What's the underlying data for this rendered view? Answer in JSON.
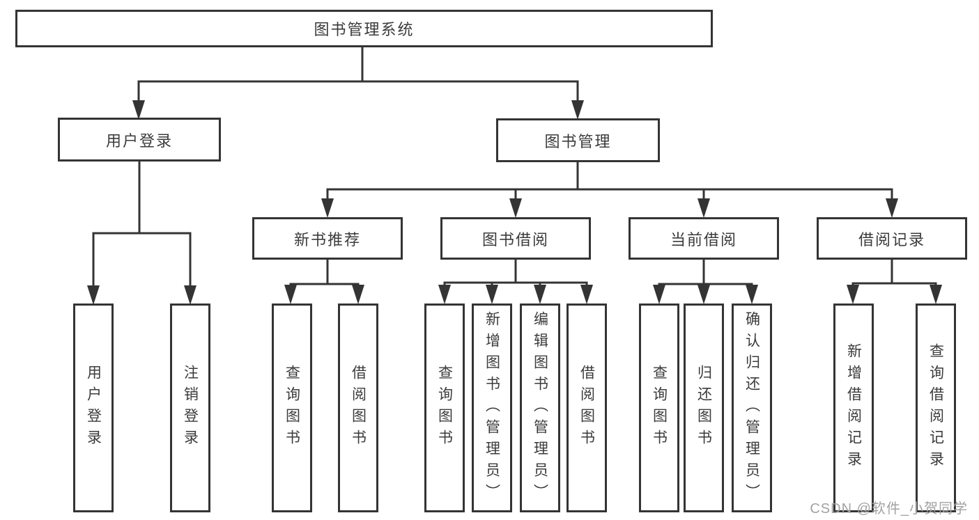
{
  "title": "图书管理系统",
  "colors": {
    "line": "#343434",
    "text": "#3b3b3b",
    "box_background": "#ffffff",
    "page_background": "#ffffff",
    "watermark": "#a2a2a2"
  },
  "diagram": {
    "root": {
      "label": "图书管理系统"
    },
    "level2": [
      {
        "label": "用户登录"
      },
      {
        "label": "图书管理"
      }
    ],
    "level3": [
      {
        "label": "新书推荐",
        "parent": "图书管理"
      },
      {
        "label": "图书借阅",
        "parent": "图书管理"
      },
      {
        "label": "当前借阅",
        "parent": "图书管理"
      },
      {
        "label": "借阅记录",
        "parent": "图书管理"
      }
    ],
    "leaves": [
      {
        "label": "用户登录",
        "parent": "用户登录"
      },
      {
        "label": "注销登录",
        "parent": "用户登录"
      },
      {
        "label": "查询图书",
        "parent": "新书推荐"
      },
      {
        "label": "借阅图书",
        "parent": "新书推荐"
      },
      {
        "label": "查询图书",
        "parent": "图书借阅"
      },
      {
        "label": "新增图书（管理员）",
        "parent": "图书借阅"
      },
      {
        "label": "编辑图书（管理员）",
        "parent": "图书借阅"
      },
      {
        "label": "借阅图书",
        "parent": "图书借阅"
      },
      {
        "label": "查询图书",
        "parent": "当前借阅"
      },
      {
        "label": "归还图书",
        "parent": "当前借阅"
      },
      {
        "label": "确认归还（管理员）",
        "parent": "当前借阅"
      },
      {
        "label": "新增借阅记录",
        "parent": "借阅记录"
      },
      {
        "label": "查询借阅记录",
        "parent": "借阅记录"
      }
    ]
  },
  "watermark": {
    "text": "CSDN @软件_小贺同学"
  }
}
